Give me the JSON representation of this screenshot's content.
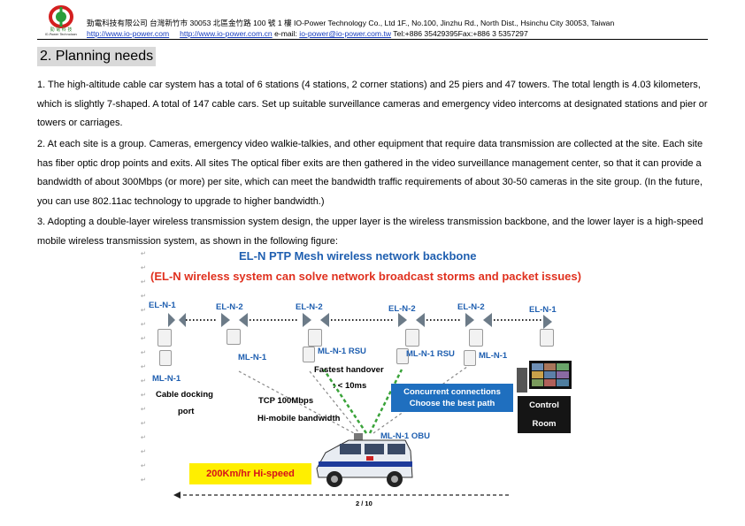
{
  "header": {
    "company_line": "勁電科技有限公司 台灣新竹市 30053 北區金竹路 100 號 1 樓 IO-Power Technology Co., Ltd 1F., No.100, Jinzhu Rd., North Dist., Hsinchu City 30053, Taiwan",
    "logo_text": "勁 電 科 技",
    "logo_subtext": "IO-Power Technology",
    "url1": "http://www.io-power.com",
    "url2": "http://www.io-power.com.cn",
    "email_label": "e-mail:",
    "email": "io-power@io-power.com.tw",
    "contact": "Tel:+886 35429395Fax:+886 3 5357297"
  },
  "section": {
    "title": "2. Planning needs"
  },
  "paragraphs": [
    "1. The high-altitude cable car system has a total of 6 stations (4 stations, 2 corner stations) and 25 piers and 47 towers. The total length is 4.03 kilometers, which is slightly 7-shaped. A total of 147 cable cars. Set up suitable surveillance cameras and emergency video intercoms at designated stations and pier or towers or carriages.",
    "2. At each site is a group. Cameras, emergency video walkie-talkies, and other equipment that require data transmission are collected at the site. Each site has fiber optic drop points and exits. All sites The optical fiber exits are then gathered in the video surveillance management center, so that it can provide a bandwidth of about 300Mbps (or more) per site, which can meet the bandwidth traffic requirements of about 30-50 cameras in the site group. (In the future, you can use 802.11ac technology to upgrade to higher bandwidth.)",
    "3. Adopting a double-layer wireless transmission system design, the upper layer is the wireless transmission backbone, and the lower layer is a high-speed mobile wireless transmission system, as shown in the following figure:"
  ],
  "figure": {
    "title": "EL-N PTP Mesh wireless network backbone",
    "subtitle": "(EL-N wireless system can solve network broadcast storms and packet issues)",
    "backbone_nodes": [
      "EL-N-1",
      "EL-N-2",
      "EL-N-2",
      "EL-N-2",
      "EL-N-2",
      "EL-N-1"
    ],
    "ml_labels": [
      "ML-N-1",
      "ML-N-1",
      "ML-N-1 RSU",
      "ML-N-1 RSU",
      "ML-N-1"
    ],
    "cable_docking": [
      "Cable docking",
      "port"
    ],
    "handover": [
      "Fastest handover",
      ": < 10ms"
    ],
    "concurrent": [
      "Concurrent connections",
      "Choose the best path"
    ],
    "tcp": "TCP 100Mbps",
    "himobile": "Hi-mobile bandwidth",
    "obu": "ML-N-1 OBU",
    "control_room": [
      "Control",
      "Room"
    ],
    "speed": "200Km/hr Hi-speed"
  },
  "footer": {
    "page": "2 / 10"
  }
}
